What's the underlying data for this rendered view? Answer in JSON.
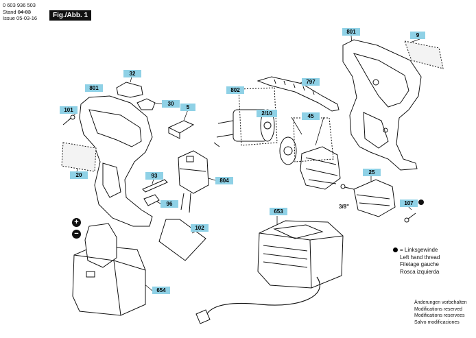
{
  "header": {
    "part_number": "0 603 936 503",
    "stand_label": "Stand",
    "stand_value": "04-03",
    "issue_label": "Issue",
    "issue_value": "05-03-16"
  },
  "figure_title": "Fig./Abb. 1",
  "parts": [
    {
      "id": "p801a",
      "text": "801"
    },
    {
      "id": "p9",
      "text": "9"
    },
    {
      "id": "p32",
      "text": "32"
    },
    {
      "id": "p797",
      "text": "797"
    },
    {
      "id": "p801b",
      "text": "801"
    },
    {
      "id": "p802",
      "text": "802"
    },
    {
      "id": "p30",
      "text": "30"
    },
    {
      "id": "p101",
      "text": "101"
    },
    {
      "id": "p5",
      "text": "5"
    },
    {
      "id": "p210",
      "text": "2/10"
    },
    {
      "id": "p45",
      "text": "45"
    },
    {
      "id": "p20",
      "text": "20"
    },
    {
      "id": "p25",
      "text": "25"
    },
    {
      "id": "p93",
      "text": "93"
    },
    {
      "id": "p804",
      "text": "804"
    },
    {
      "id": "p96",
      "text": "96"
    },
    {
      "id": "p107",
      "text": "107"
    },
    {
      "id": "p653",
      "text": "653"
    },
    {
      "id": "p102",
      "text": "102"
    },
    {
      "id": "p654",
      "text": "654"
    }
  ],
  "thread_size": "3/8\"",
  "legend": {
    "line1": "= Linksgewinde",
    "line2": "Left hand thread",
    "line3": "Filetage gauche",
    "line4": "Rosca izquierda"
  },
  "notes": [
    "Änderungen vorbehalten",
    "Modifications reserved",
    "Modifications reservees",
    "Salvo modificaciones"
  ],
  "battery_signs": {
    "plus": "+",
    "minus": "−"
  }
}
